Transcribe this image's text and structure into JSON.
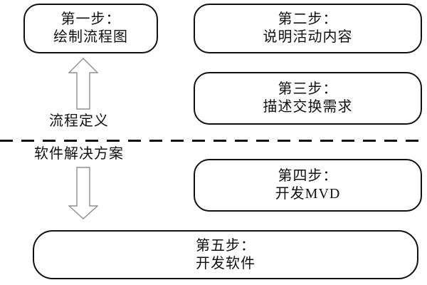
{
  "figure": {
    "regions": {
      "top_label": "流程定义",
      "bottom_label": "软件解决方案"
    },
    "steps": [
      {
        "title": "第一步：",
        "desc": "绘制流程图"
      },
      {
        "title": "第二步：",
        "desc": "说明活动内容"
      },
      {
        "title": "第三步：",
        "desc": "描述交换需求"
      },
      {
        "title": "第四步：",
        "desc": "开发MVD"
      },
      {
        "title": "第五步：",
        "desc": "开发软件"
      }
    ],
    "icons": {
      "up_arrow": "hollow-arrow-up",
      "down_arrow": "hollow-arrow-down"
    },
    "colors": {
      "background": "#ffffff",
      "box_border": "#111111",
      "text": "#111111",
      "arrow_outline": "#8f8f8f",
      "divider": "#111111"
    }
  }
}
